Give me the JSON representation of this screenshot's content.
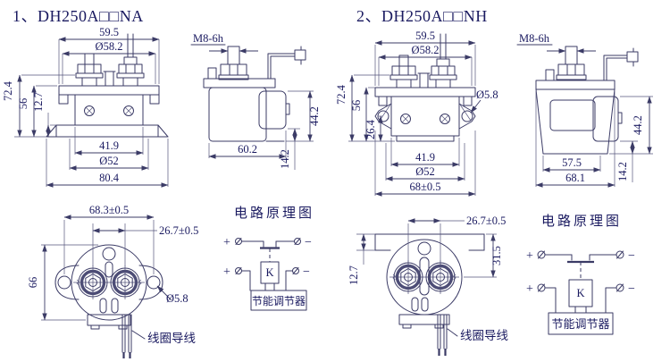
{
  "colors": {
    "ink": "#1a1a60",
    "line": "#3b3b66",
    "background": "#ffffff"
  },
  "model_a": {
    "title": "1、DH250A□□NA",
    "front": {
      "width_top": "59.5",
      "dia_top": "Ø58.2",
      "height_total": "72.4",
      "height_flange": "56",
      "height_base": "12.7",
      "width_body": "41.9",
      "dia_flange": "Ø52",
      "width_base": "80.4"
    },
    "side": {
      "thread": "M8-6h",
      "width": "60.2",
      "height": "44.2",
      "height_step": "14.2"
    },
    "bottom": {
      "span_mount": "68.3±0.5",
      "span_terminals": "26.7±0.5",
      "height": "66",
      "dia_hole": "Ø5.8",
      "lead": "线圈导线"
    },
    "circuit": {
      "title": "电路原理图",
      "plus_top": "+",
      "minus_top": "−",
      "plus_bot": "+",
      "minus_bot": "−",
      "coil": "K",
      "regulator": "节能调节器"
    }
  },
  "model_b": {
    "title": "2、DH250A□□NH",
    "front": {
      "width_top": "59.5",
      "dia_top": "Ø58.2",
      "height_total": "72.4",
      "height_flange": "56",
      "height_ear": "26.4",
      "dia_hole": "Ø5.8",
      "width_body": "41.9",
      "dia_flange": "Ø52",
      "width_base": "68±0.5"
    },
    "side": {
      "thread": "M8-6h",
      "width_inner": "57.5",
      "width_total": "68.1",
      "height": "44.2",
      "height_step": "14.2"
    },
    "bottom": {
      "span_terminals": "26.7±0.5",
      "height_top": "31.5",
      "height_step": "12.7",
      "lead": "线圈导线"
    },
    "circuit": {
      "title": "电路原理图",
      "plus_top": "+",
      "minus_top": "−",
      "plus_bot": "+",
      "minus_bot": "−",
      "coil": "K",
      "regulator": "节能调节器"
    }
  }
}
